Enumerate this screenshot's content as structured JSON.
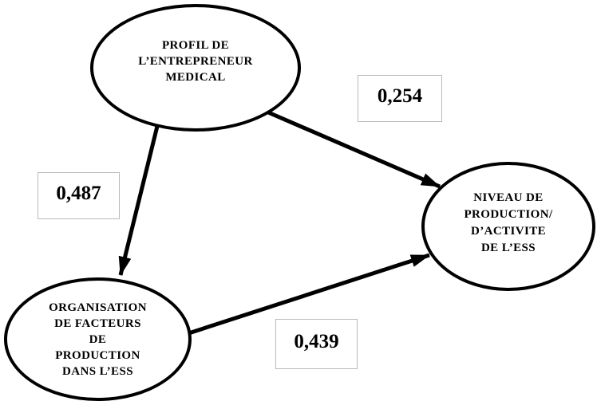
{
  "diagram": {
    "title": "Structural model: entrepreneur profile, factor organisation and activity level of the ESS",
    "colors": {
      "background": "#ffffff",
      "node_border": "#000000",
      "arrow": "#000000",
      "coef_box_border": "#b9b9b9",
      "text": "#000000"
    },
    "nodes": {
      "profil": {
        "label": "PROFIL DE\nL’ENTREPRENEUR\nMEDICAL"
      },
      "organisation": {
        "label": "ORGANISATION\nDE FACTEURS\nDE\nPRODUCTION\nDANS L’ESS"
      },
      "niveau": {
        "label": "NIVEAU DE\nPRODUCTION/\nD’ACTIVITE\nDE L’ESS"
      }
    },
    "edges": [
      {
        "from": "profil",
        "to": "niveau",
        "coefficient": "0,254"
      },
      {
        "from": "profil",
        "to": "organisation",
        "coefficient": "0,487"
      },
      {
        "from": "organisation",
        "to": "niveau",
        "coefficient": "0,439"
      }
    ]
  }
}
